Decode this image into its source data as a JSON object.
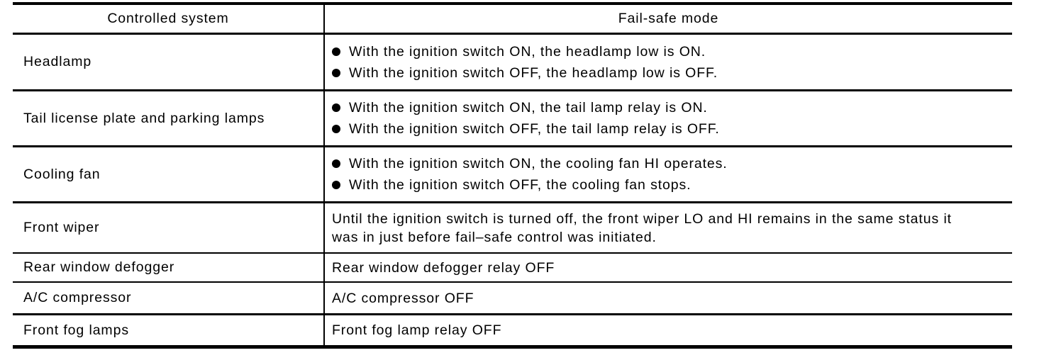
{
  "page": {
    "background_color": "#ffffff",
    "text_color": "#000000",
    "border_color": "#000000"
  },
  "icons": {
    "bullet": "filled-circle"
  },
  "table": {
    "columns": [
      "Controlled system",
      "Fail-safe mode"
    ],
    "rows": [
      {
        "system": "Headlamp",
        "bullets": [
          "With the ignition switch ON, the headlamp low is ON.",
          "With the ignition switch OFF, the headlamp low is OFF."
        ]
      },
      {
        "system": "Tail license plate and parking lamps",
        "bullets": [
          "With the ignition switch ON, the tail lamp relay is ON.",
          "With the ignition switch OFF, the tail lamp relay is OFF."
        ]
      },
      {
        "system": "Cooling fan",
        "bullets": [
          "With the ignition switch ON, the cooling fan HI operates.",
          "With the ignition switch OFF, the cooling fan stops."
        ]
      },
      {
        "system": "Front wiper",
        "mode": "Until the ignition switch is turned off, the front wiper LO and HI remains in the same status it was in just before fail–safe control was initiated."
      },
      {
        "system": "Rear window defogger",
        "mode": "Rear window defogger relay OFF"
      },
      {
        "system": "A/C compressor",
        "mode": "A/C compressor OFF"
      },
      {
        "system": "Front fog lamps",
        "mode": "Front fog lamp relay OFF"
      }
    ]
  }
}
